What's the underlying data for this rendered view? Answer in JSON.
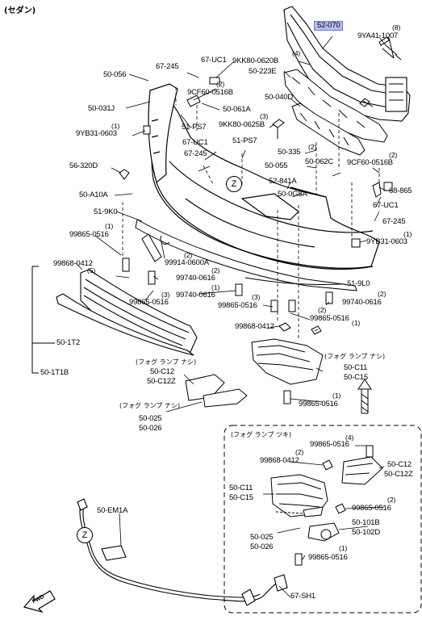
{
  "title": "(セダン)",
  "labels": {
    "p52070": "52-070",
    "p9ya41": "9YA41-1007",
    "q9ya41": "(8)",
    "p9kk80a": "9KK80-0620B",
    "q9kk80a": "(4)",
    "p50223e": "50-223E",
    "p67245a": "67-245",
    "p67uc1a": "67-UC1",
    "p50056": "50-056",
    "p9cf60a": "9CF60-0516B",
    "q9cf60a": "(2)",
    "p50040d": "50-040D",
    "p50061a": "50-061A",
    "p50031j": "50-031J",
    "p51ps7a": "51-PS7",
    "p9yb31a": "9YB31-0603",
    "q9yb31a": "(1)",
    "p9kk80b": "9KK80-0625B",
    "q9kk80b": "(3)",
    "p67uc1b": "67-UC1",
    "p51ps7b": "51-PS7",
    "p67245b": "67-245",
    "p50335": "50-335",
    "q50335": "(2)",
    "p56320d": "56-320D",
    "p50055": "50-055",
    "p50062c": "50-062C",
    "p9cf60b": "9CF60-0516B",
    "q9cf60b": "(2)",
    "p52841a": "52-841A",
    "p50a10a": "50-A10A",
    "p500g8a": "50-0G8A",
    "p68865": "68-865",
    "p67uc1c": "67-UC1",
    "p519k0": "51-9K0",
    "p67245c": "67-245",
    "p99865a": "99865-0516",
    "q99865a": "(1)",
    "p9yb31b": "9YB31-0603",
    "q9yb31b": "(1)",
    "p99914": "99914-0600A",
    "q99914": "(2)",
    "p99868a": "99868-0412",
    "q99868a": "(5)",
    "p99740a": "99740-0616",
    "q99740a": "(2)",
    "p519l0": "51-9L0",
    "p99865b": "99865-0516",
    "q99865b": "(3)",
    "p99740b": "99740-0616",
    "q99740b": "(1)",
    "p99865c": "99865-0516",
    "q99865c": "(3)",
    "p99740c": "99740-0616",
    "q99740c": "(2)",
    "p99868b": "99868-0412",
    "q99868b": "(2)",
    "p99865d": "99865-0516",
    "q99865d": "(1)",
    "p501t2": "50-1T2",
    "p501t1b": "50-1T1B",
    "note_fog_nashi_1": "(フォグ ランプ  ナシ)",
    "p50c12a": "50-C12",
    "p50c12za": "50-C12Z",
    "note_fog_nashi_2": "(フォグ ランプ  ナシ)",
    "p50c11a": "50-C11",
    "p50c15a": "50-C15",
    "p99865e": "99865-0516",
    "q99865e": "(1)",
    "note_fog_nashi_3": "(フォグ ランプ  ナシ)",
    "p50025a": "50-025",
    "p50026a": "50-026",
    "note_fog_tsuki": "(フォグ ランプ  ツキ)",
    "p99865f": "99865-0516",
    "q99865f": "(4)",
    "p99868c": "99868-0412",
    "q99868c": "(2)",
    "p50c12b": "50-C12",
    "p50c12zb": "50-C12Z",
    "p50c11b": "50-C11",
    "p50c15b": "50-C15",
    "p99865g": "99865-0516",
    "q99865g": "(2)",
    "p50101b": "50-101B",
    "p50102d": "50-102D",
    "p50025b": "50-025",
    "p50026b": "50-026",
    "p99865h": "99865-0516",
    "q99865h": "(1)",
    "p50em1a": "50-EM1A",
    "p67sh1": "67-SH1",
    "zmark": "Z",
    "fwd": "FWD"
  },
  "colors": {
    "highlight": "#b9bdf0",
    "ink": "#000000"
  }
}
